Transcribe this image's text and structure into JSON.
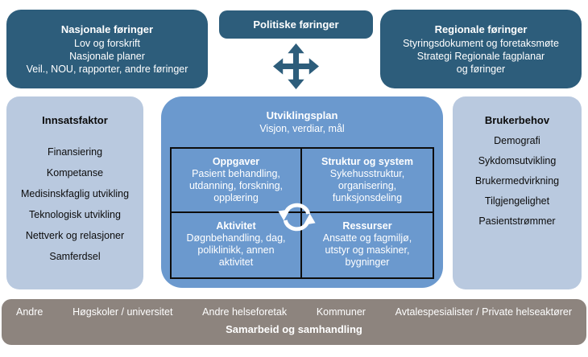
{
  "colors": {
    "dark_teal": "#2d5d7b",
    "plan_blue": "#6b99ce",
    "light_blue": "#b9c9df",
    "bar_taupe": "#8d847e",
    "grid_border": "#0d0d0d"
  },
  "top_row": {
    "nasjonale": {
      "title": "Nasjonale føringer",
      "lines": [
        "Lov og forskrift",
        "Nasjonale planer",
        "Veil., NOU, rapporter, andre føringer"
      ]
    },
    "politiske": {
      "title": "Politiske føringer"
    },
    "regionale": {
      "title": "Regionale føringer",
      "lines": [
        "Styringsdokument og foretaksmøte",
        "Strategi Regionale fagplanar",
        "og føringer"
      ]
    }
  },
  "innsatsfaktor": {
    "title": "Innsatsfaktor",
    "items": [
      "Finansiering",
      "Kompetanse",
      "Medisinskfaglig utvikling",
      "Teknologisk utvikling",
      "Nettverk og relasjoner",
      "Samferdsel"
    ]
  },
  "utviklingsplan": {
    "title": "Utviklingsplan",
    "subtitle": "Visjon, verdiar, mål",
    "quadrants": [
      {
        "title": "Oppgaver",
        "lines": [
          "Pasient behandling,",
          "utdanning, forskning,",
          "opplæring"
        ]
      },
      {
        "title": "Struktur og system",
        "lines": [
          "Sykehusstruktur,",
          "organisering,",
          "funksjonsdeling"
        ]
      },
      {
        "title": "Aktivitet",
        "lines": [
          "Døgnbehandling, dag,",
          "poliklinikk, annen",
          "aktivitet"
        ]
      },
      {
        "title": "Ressurser",
        "lines": [
          "Ansatte og fagmiljø,",
          "utstyr og maskiner,",
          "bygninger"
        ]
      }
    ]
  },
  "brukerbehov": {
    "title": "Brukerbehov",
    "items": [
      "Demografi",
      "Sykdomsutvikling",
      "Brukermedvirkning",
      "Tilgjengelighet",
      "Pasientstrømmer"
    ]
  },
  "samarbeid": {
    "items": [
      "Andre",
      "Høgskoler / universitet",
      "Andre helseforetak",
      "Kommuner",
      "Avtalespesialister / Private helseaktører"
    ],
    "caption": "Samarbeid og samhandling"
  },
  "icons": {
    "move": "move-icon",
    "cycle": "cycle-icon"
  }
}
